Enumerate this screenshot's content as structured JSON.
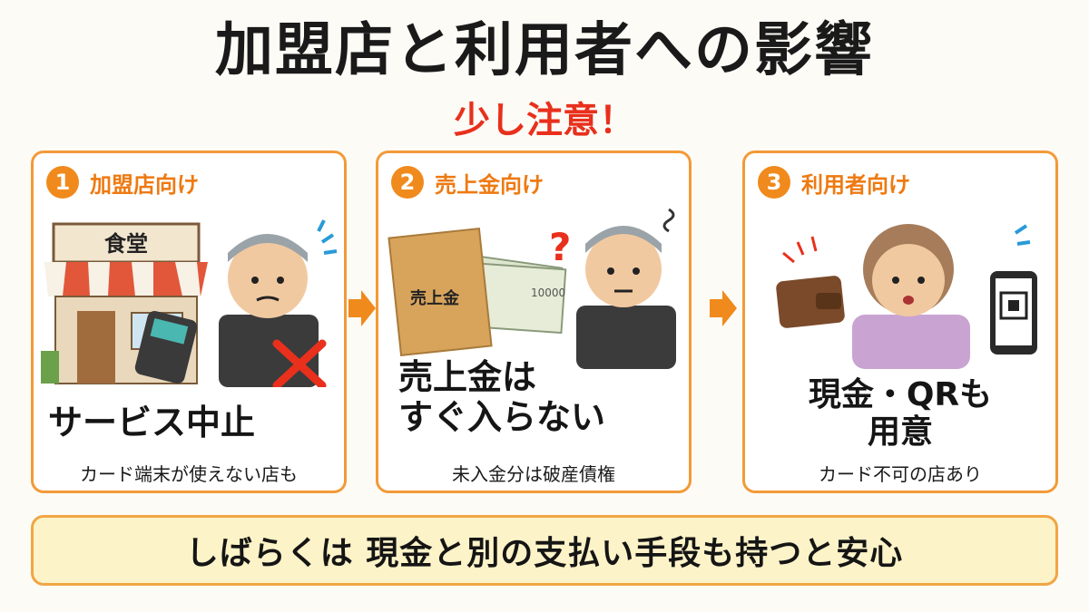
{
  "header": {
    "title": "加盟店と利用者への影響",
    "subtitle": "少し注意！"
  },
  "panels": [
    {
      "number": "1",
      "heading": "加盟店向け",
      "sign": "食堂",
      "main_text": "サービス中止",
      "note": "カード端末が使えない店も"
    },
    {
      "number": "2",
      "heading": "売上金向け",
      "envelope_label": "売上金",
      "banknote_value": "10000",
      "question_mark": "?",
      "main_text_line1": "売上金は",
      "main_text_line2": "すぐ入らない",
      "note": "未入金分は破産債権"
    },
    {
      "number": "3",
      "heading": "利用者向け",
      "main_text_line1": "現金・QRも",
      "main_text_line2": "用意",
      "note": "カード不可の店あり"
    }
  ],
  "footer": {
    "message": "しばらくは 現金と別の支払い手段も持つと安心"
  },
  "colors": {
    "accent_orange": "#f08a1c",
    "alert_red": "#e8301c",
    "panel_border": "#f29a38",
    "footer_bg": "#fdf3c8"
  },
  "icons": [
    "restaurant-icon",
    "card-terminal-icon",
    "cross-mark-icon",
    "envelope-icon",
    "banknote-icon",
    "question-mark-icon",
    "wallet-icon",
    "smartphone-qr-icon",
    "arrow-right-icon"
  ]
}
